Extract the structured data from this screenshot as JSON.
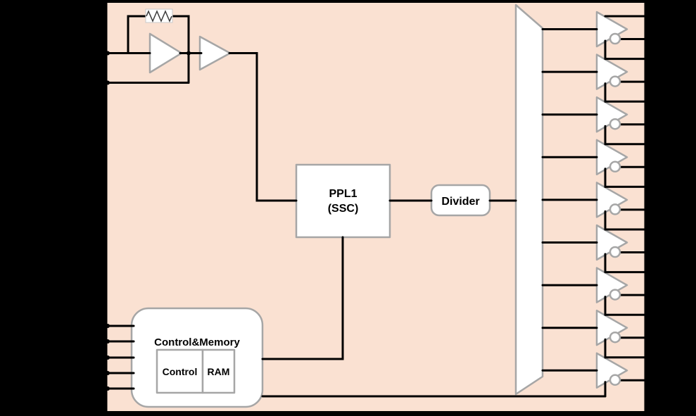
{
  "diagram": {
    "kind": "clock-generator-ic-block-diagram",
    "chip": {
      "fill": "#FAE1D2",
      "border": "#000000",
      "left_pin_count": 7,
      "right_pin_count": 18
    },
    "oscillator": {
      "amplifier_count": 2,
      "feedback_component": "resistor",
      "input_pins": 2
    },
    "pll": {
      "label_line1": "PPL1",
      "label_line2": "(SSC)"
    },
    "divider": {
      "label": "Divider"
    },
    "clock_distribution": {
      "shape": "trapezoid"
    },
    "control_memory": {
      "title": "Control&Memory",
      "blocks": [
        {
          "label": "Control"
        },
        {
          "label": "RAM"
        }
      ],
      "input_pins": 5
    },
    "output_buffers": {
      "count": 9,
      "outputs_per_buffer": 2,
      "inverting_bubble": true
    },
    "colors": {
      "background": "#000000",
      "chip_fill": "#FAE1D2",
      "wire": "#000000",
      "block_border": "#A6A6A6",
      "block_fill": "#FFFFFF",
      "text": "#000000"
    }
  }
}
